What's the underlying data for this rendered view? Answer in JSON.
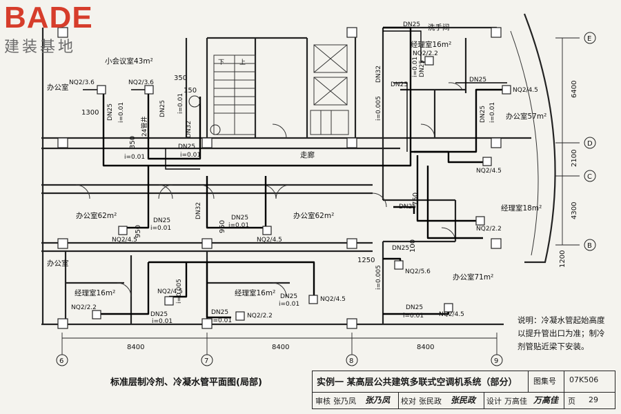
{
  "logo": {
    "word": "BADE",
    "sub": "建装基地"
  },
  "rooms": {
    "small_meeting": "小会议室43m²",
    "office_left_top": "办公室",
    "office_left_bottom": "办公室",
    "washroom": "洗手间",
    "manager_top": "经理室16m²",
    "office_57": "办公室57m²",
    "corridor": "走廊",
    "office_62a": "办公室62m²",
    "office_62b": "办公室62m²",
    "manager_18": "经理室18m²",
    "manager_16a": "经理室16m²",
    "manager_16b": "经理室16m²",
    "office_71": "办公室71m²",
    "pipe_shaft": "24管井"
  },
  "units": {
    "u1": "NQ2/3.6",
    "u2": "NQ2/3.6",
    "u3": "NQ2/2.2",
    "u4": "NQ2/4.5",
    "u5": "NQ2/4.5",
    "u6": "NQ2/4.5",
    "u7": "NQ2/4.5",
    "u8": "NQ2/2.2",
    "u9": "NQ2/5.6",
    "u10": "NQ2/2.2",
    "u11": "NQ2/4.5",
    "u12": "NQ2/2.2",
    "u13": "NQ2/4.5",
    "u14": "NQ2/4.5"
  },
  "pipe_labels": {
    "dn25": "DN25",
    "dn32": "DN32",
    "slope_01": "i=0.01",
    "slope_005": "i=0.005"
  },
  "dims": {
    "d8400a": "8400",
    "d8400b": "8400",
    "d8400c": "8400",
    "d6400": "6400",
    "d2100": "2100",
    "d4300": "4300",
    "d1200": "1200",
    "d1300": "1300",
    "d1250": "1250",
    "d350a": "350",
    "d350b": "350",
    "d150": "150",
    "d950a": "950",
    "d950b": "950",
    "d750": "750",
    "d100": "100"
  },
  "axes": {
    "a6": "6",
    "a7": "7",
    "a8": "8",
    "a9": "9",
    "aE": "E",
    "aD": "D",
    "aC": "C",
    "aB": "B"
  },
  "stair": {
    "down": "下",
    "up": "上"
  },
  "note_lines": [
    "说明：冷凝水管起始高度",
    "以提升管出口为准；制冷",
    "剂管贴近梁下安装。"
  ],
  "caption": "标准层制冷剂、冷凝水管平面图(局部)",
  "title_block": {
    "title": "实例一  某高层公共建筑多联式空调机系统（部分）",
    "atlas_label": "图集号",
    "atlas_no": "07K506",
    "review_label": "审核",
    "reviewer": "张乃凤",
    "review_sig": "张乃凤",
    "check_label": "校对",
    "checker": "张民政",
    "check_sig": "张民政",
    "design_label": "设计",
    "designer": "万高佳",
    "design_sig": "万高佳",
    "page_label": "页",
    "page_no": "29"
  }
}
